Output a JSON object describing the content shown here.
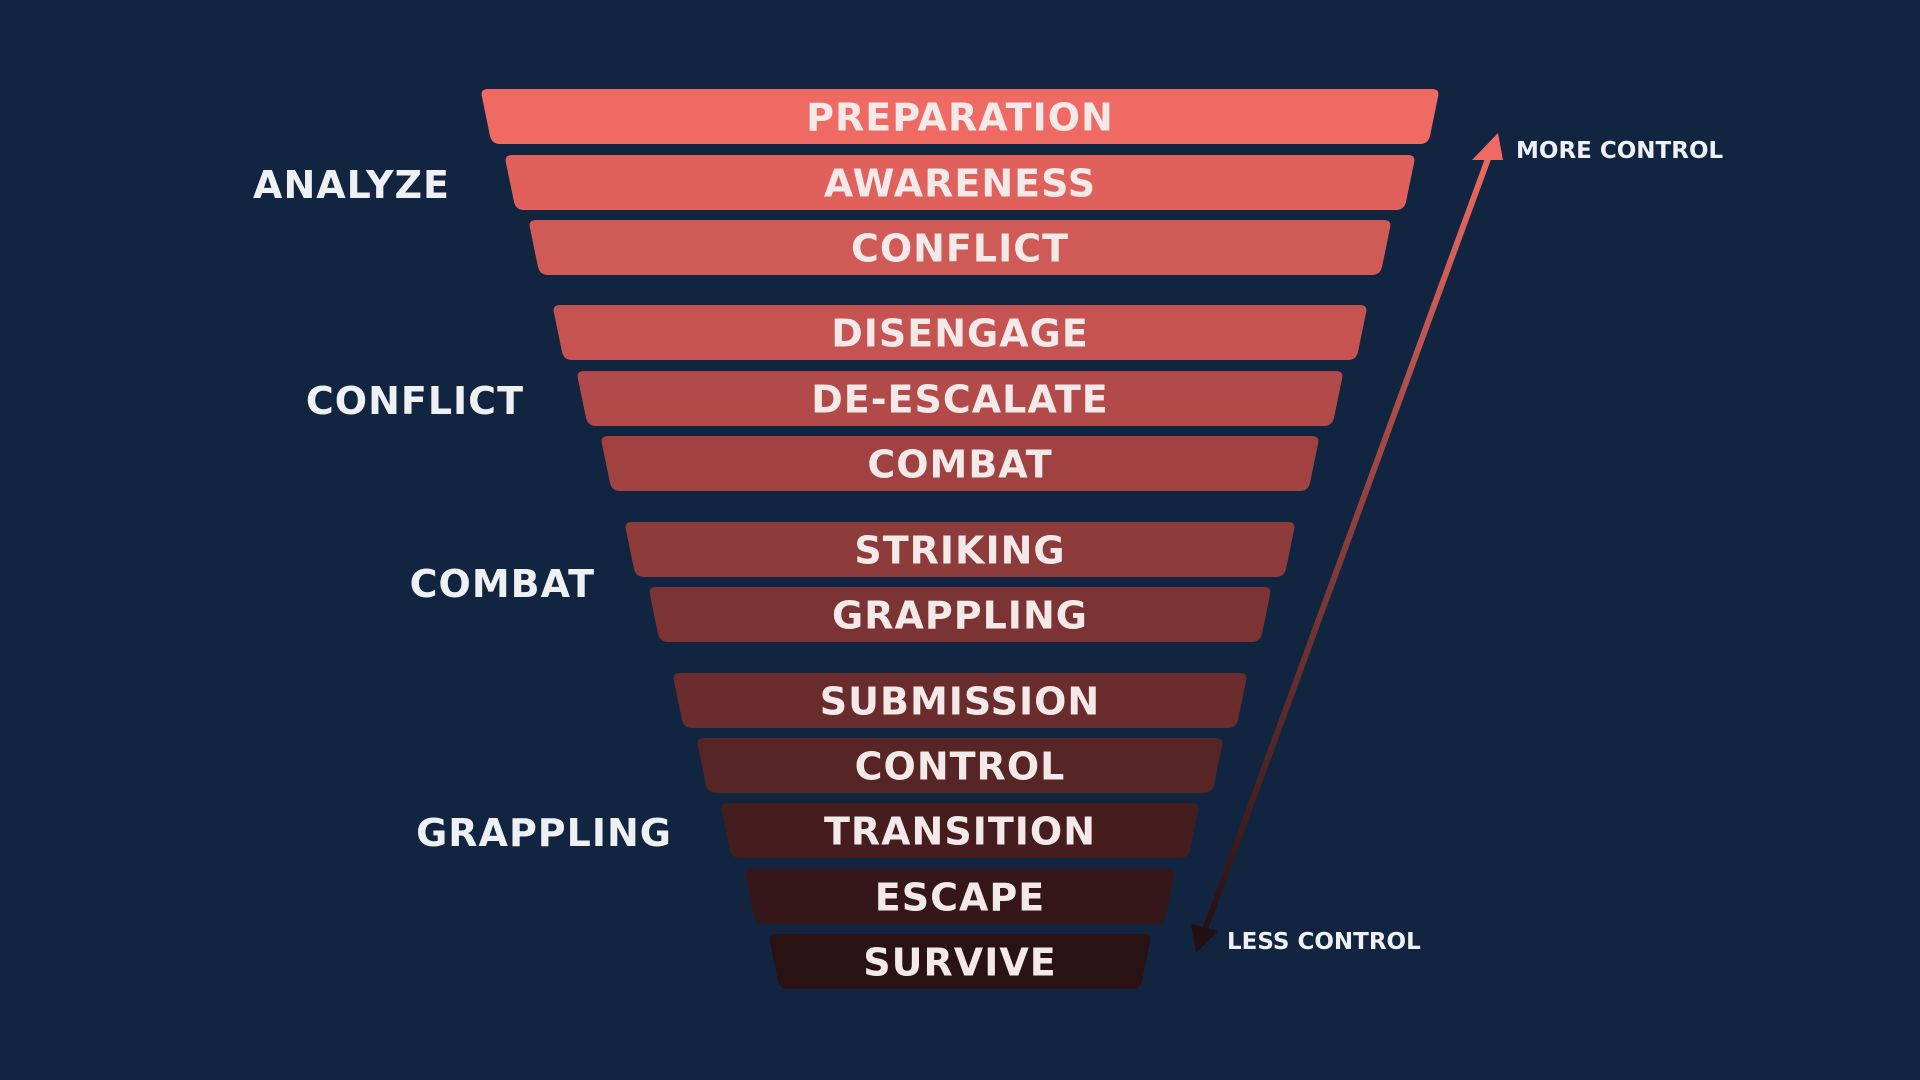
{
  "funnel": {
    "bands": [
      {
        "label": "PREPARATION",
        "color": "#f06a64"
      },
      {
        "label": "AWARENESS",
        "color": "#e0605c"
      },
      {
        "label": "CONFLICT",
        "color": "#d05a56"
      },
      {
        "label": "DISENGAGE",
        "color": "#c45352"
      },
      {
        "label": "DE-ESCALATE",
        "color": "#b24a49"
      },
      {
        "label": "COMBAT",
        "color": "#a04242"
      },
      {
        "label": "STRIKING",
        "color": "#8e3b3b"
      },
      {
        "label": "GRAPPLING",
        "color": "#7c3333"
      },
      {
        "label": "SUBMISSION",
        "color": "#6a2c2d"
      },
      {
        "label": "CONTROL",
        "color": "#572526"
      },
      {
        "label": "TRANSITION",
        "color": "#451d1f"
      },
      {
        "label": "ESCAPE",
        "color": "#361719"
      },
      {
        "label": "SURVIVE",
        "color": "#291214"
      }
    ],
    "groups": [
      {
        "label": "ANALYZE"
      },
      {
        "label": "CONFLICT"
      },
      {
        "label": "COMBAT"
      },
      {
        "label": "GRAPPLING"
      }
    ]
  },
  "control_arrow": {
    "top_label": "MORE CONTROL",
    "bottom_label": "LESS CONTROL",
    "top_color": "#f06a64",
    "bottom_color": "#241012"
  },
  "background_color": "#112540"
}
